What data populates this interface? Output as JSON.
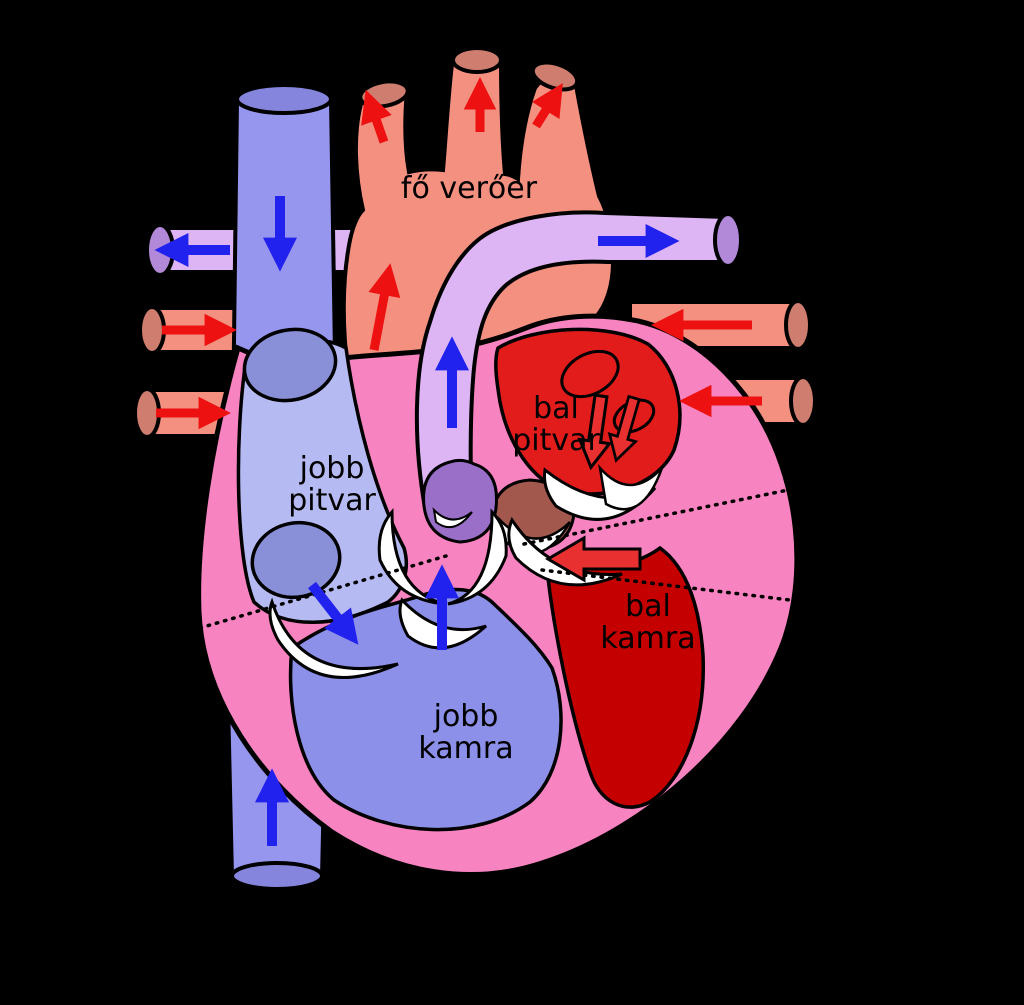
{
  "diagram": {
    "type": "human-heart-cross-section",
    "language": "Hungarian",
    "labels": {
      "aorta": "fő verőér",
      "right_atrium": {
        "line1": "jobb",
        "line2": "pitvar"
      },
      "left_atrium": {
        "line1": "bal",
        "line2": "pitvar"
      },
      "right_ventricle": {
        "line1": "jobb",
        "line2": "kamra"
      },
      "left_ventricle": {
        "line1": "bal",
        "line2": "kamra"
      }
    },
    "colors": {
      "background": "#000000",
      "myocardium_pink": "#f783c1",
      "right_heart_atrium": "#b6baf2",
      "right_heart_ventricle": "#8d90e8",
      "left_heart_atrium": "#e21b1b",
      "left_heart_ventricle": "#c40000",
      "vena_cava": "#9696ee",
      "vena_cava_cap": "#8585dd",
      "aorta": "#f4907f",
      "aorta_cap": "#cf7d6e",
      "pulmonary_artery": "#ddb4f4",
      "pulmonary_artery_cap": "#b289d8",
      "pulmonary_vein": "#f4907f",
      "vessel_opening": "#8a90d8",
      "valve_white": "#ffffff",
      "pulmonary_valve": "#9a6fc8",
      "aortic_valve_region": "#a3584e",
      "oxygenated_flow": "#ee1111",
      "deoxygenated_flow": "#2222ee",
      "hollow_arrow_fill": "#e83030"
    }
  }
}
